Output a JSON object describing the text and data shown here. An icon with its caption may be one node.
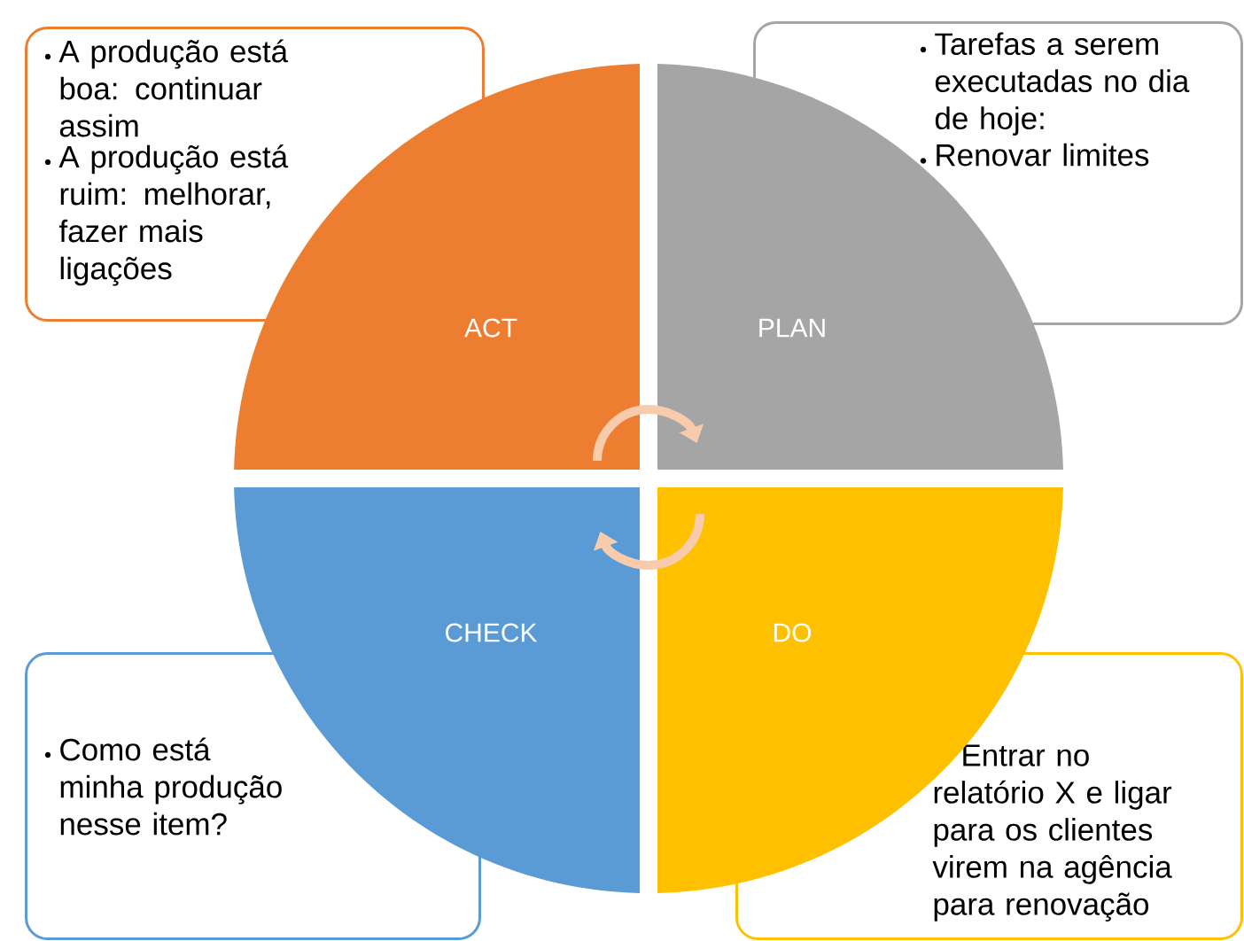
{
  "diagram": {
    "nodes": [
      {
        "text": [
          "A produção está boa: continuar assim",
          "A produção está ruim: melhorar, fazer mais ligações"
        ]
      },
      {
        "text": [
          "Tarefas a serem executadas no dia de hoje:",
          "Renovar limites"
        ]
      },
      {
        "text": [
          "ACT"
        ]
      },
      {
        "text": [
          "PLAN"
        ]
      },
      {
        "text": [
          "CHECK"
        ]
      },
      {
        "text": [
          "DO"
        ]
      },
      {
        "text": [
          "Como está minha produção nesse item?"
        ]
      },
      {
        "text": [
          "Entrar no relatório X e ligar para os clientes virem na agência para renovação"
        ]
      }
    ],
    "edges": [
      {
        "from": 2,
        "to": 3,
        "arrow": "to"
      },
      {
        "from": 5,
        "to": 4,
        "arrow": "to"
      }
    ]
  }
}
